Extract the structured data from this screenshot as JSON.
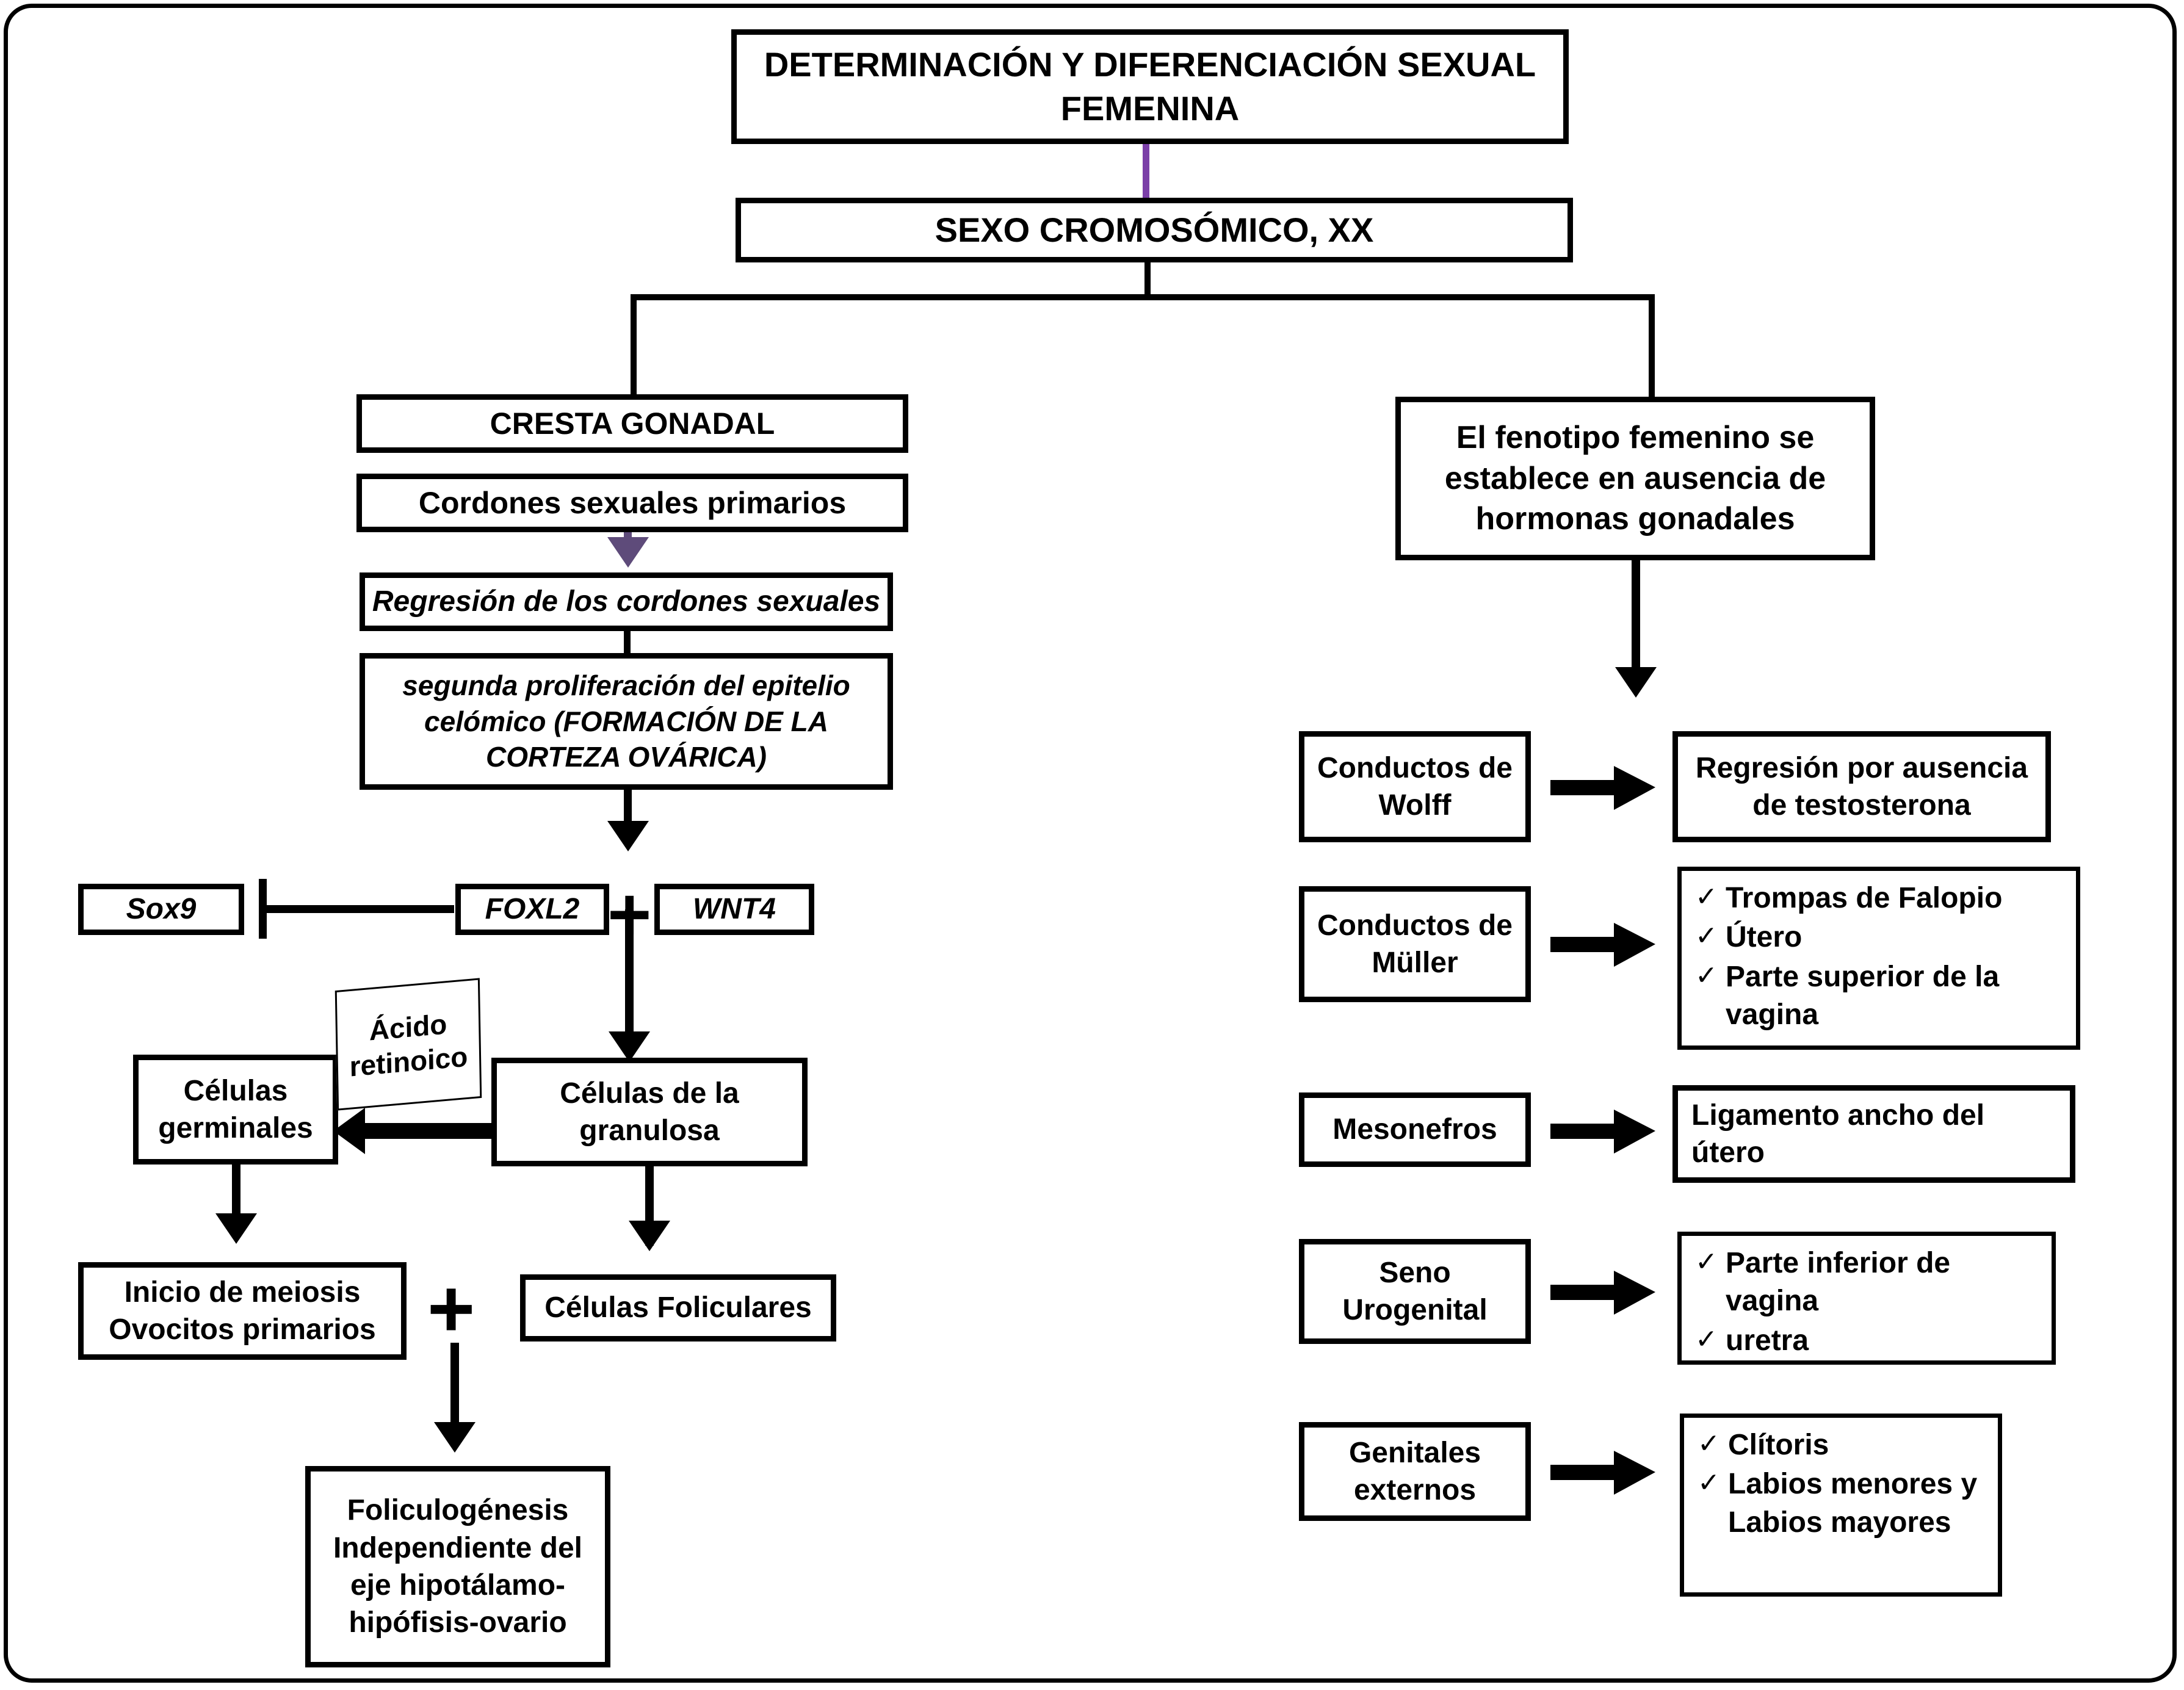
{
  "diagram": {
    "title_box": "DETERMINACIÓN Y DIFERENCIACIÓN SEXUAL FEMENINA",
    "chromosomal_sex": "SEXO CROMOSÓMICO, XX"
  },
  "left_branch": {
    "gonadal_ridge": "CRESTA GONADAL",
    "primary_sex_cords": "Cordones sexuales primarios",
    "cord_regression": "Regresión de los cordones sexuales",
    "second_proliferation": "segunda proliferación del epitelio celómico (FORMACIÓN DE LA CORTEZA OVÁRICA)",
    "genes": {
      "sox9": "Sox9",
      "foxl2": "FOXL2",
      "wnt4": "WNT4",
      "plus_sign": "+"
    },
    "retinoic_acid": "Ácido retinoico",
    "germ_cells": "Células germinales",
    "granulosa_cells": "Células de la granulosa",
    "meiosis": "Inicio de meiosis Ovocitos primarios",
    "follicular_cells": "Células Foliculares",
    "plus_sign_2": "+",
    "folliculogenesis": "Foliculogénesis Independiente del eje hipotálamo-hipófisis-ovario"
  },
  "right_branch": {
    "phenotype": "El fenotipo femenino se establece en ausencia de hormonas gonadales",
    "rows": [
      {
        "source": "Conductos de Wolff",
        "result_text": "Regresión por ausencia de testosterona",
        "result_items": []
      },
      {
        "source": "Conductos de Müller",
        "result_text": "",
        "result_items": [
          "Trompas de Falopio",
          "Útero",
          "Parte superior de la vagina"
        ]
      },
      {
        "source": "Mesonefros",
        "result_text": "Ligamento ancho del útero",
        "result_items": []
      },
      {
        "source": "Seno Urogenital",
        "result_text": "",
        "result_items": [
          "Parte inferior de vagina",
          "uretra"
        ]
      },
      {
        "source": "Genitales externos",
        "result_text": "",
        "result_items": [
          "Clítoris",
          "Labios menores y Labios mayores"
        ]
      }
    ],
    "check_glyph": "✓"
  },
  "colors": {
    "stroke": "#000000",
    "purple_link": "#7b3fa8",
    "purple_arrow": "#5e4b7a",
    "background": "#ffffff"
  }
}
